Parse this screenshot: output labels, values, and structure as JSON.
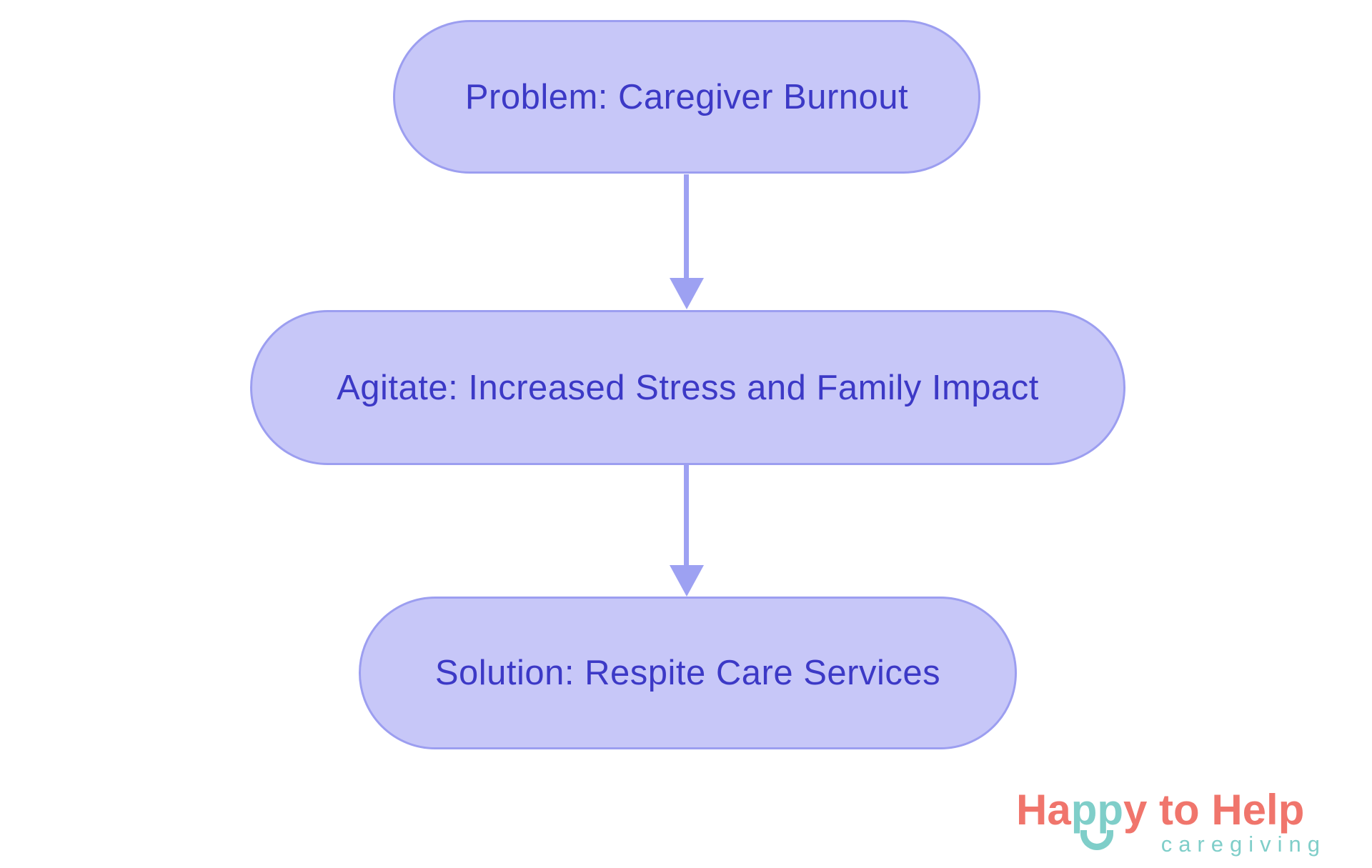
{
  "flowchart": {
    "nodes": [
      {
        "id": "problem",
        "label": "Problem: Caregiver Burnout"
      },
      {
        "id": "agitate",
        "label": "Agitate: Increased Stress and Family Impact"
      },
      {
        "id": "solution",
        "label": "Solution: Respite Care Services"
      }
    ],
    "connections": [
      {
        "from": "problem",
        "to": "agitate"
      },
      {
        "from": "agitate",
        "to": "solution"
      }
    ]
  },
  "logo": {
    "wordmark_parts": [
      {
        "text": "Ha",
        "color_role": "coral"
      },
      {
        "text": "pp",
        "color_role": "teal"
      },
      {
        "text": "y to Help",
        "color_role": "coral"
      }
    ],
    "subtitle": "caregiving"
  },
  "colors": {
    "background": "#FFFFFF",
    "node_fill": "#C7C7F8",
    "node_border": "#9C9EF0",
    "node_text": "#3C39C6",
    "arrow": "#9DA1F2",
    "logo_coral": "#F0756C",
    "logo_teal": "#7FCEC9"
  }
}
